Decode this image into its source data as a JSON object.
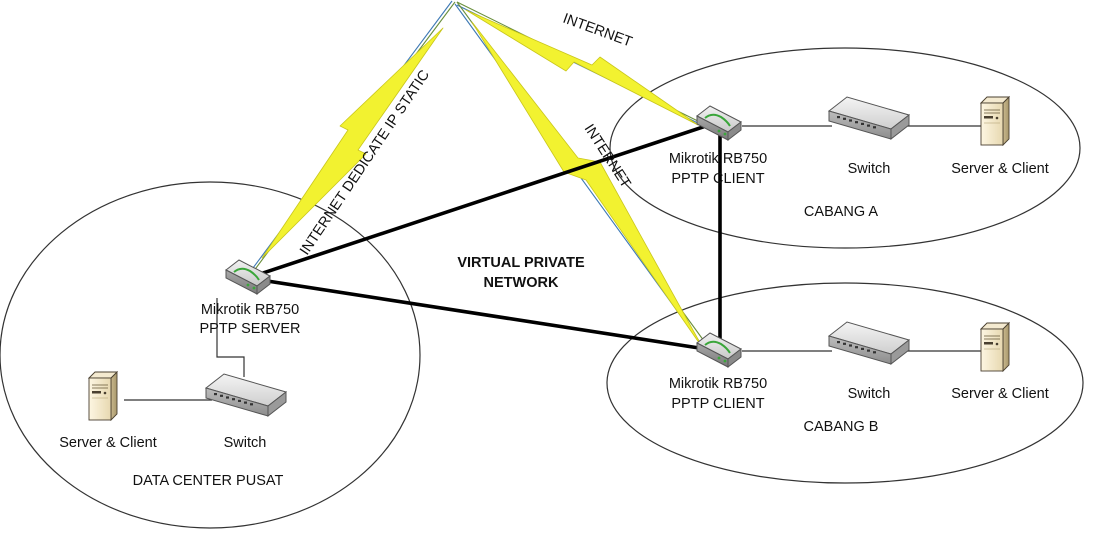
{
  "vpn_label": {
    "line1": "VIRTUAL PRIVATE",
    "line2": "NETWORK"
  },
  "links": {
    "dedicated": "INTERNET DEDICATE IP STATIC",
    "internet_a": "INTERNET",
    "internet_b": "INTERNET"
  },
  "sites": {
    "pusat": {
      "name": "DATA CENTER PUSAT",
      "router": {
        "line1": "Mikrotik RB750",
        "line2": "PPTP SERVER"
      },
      "switch": "Switch",
      "server": "Server & Client"
    },
    "cabang_a": {
      "name": "CABANG A",
      "router": {
        "line1": "Mikrotik RB750",
        "line2": "PPTP CLIENT"
      },
      "switch": "Switch",
      "server": "Server & Client"
    },
    "cabang_b": {
      "name": "CABANG B",
      "router": {
        "line1": "Mikrotik RB750",
        "line2": "PPTP CLIENT"
      },
      "switch": "Switch",
      "server": "Server & Client"
    }
  },
  "colors": {
    "bolt_fill": "#f2f230",
    "internet_line_blue": "#3c78b4",
    "internet_line_green": "#6a8f3c",
    "vpn_line": "#000000",
    "router_led": "#3aa63a"
  }
}
